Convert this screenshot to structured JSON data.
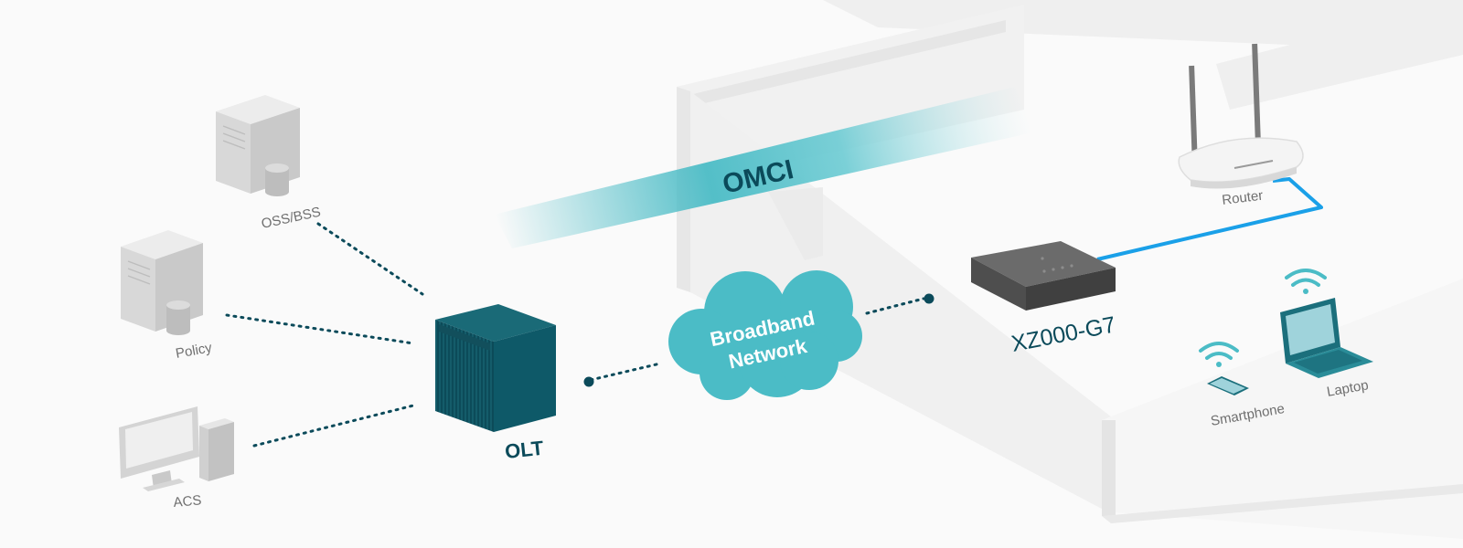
{
  "labels": {
    "oss_bss": "OSS/BSS",
    "policy": "Policy",
    "acs": "ACS",
    "olt": "OLT",
    "cloud_line1": "Broadband",
    "cloud_line2": "Network",
    "omci": "OMCI",
    "ont": "XZ000-G7",
    "router": "Router",
    "smartphone": "Smartphone",
    "laptop": "Laptop"
  },
  "colors": {
    "teal_dark": "#0b4a5a",
    "teal_box": "#0e5968",
    "cloud": "#4bbcc6",
    "link_blue": "#1aa0e8",
    "wifi": "#4bbcc6",
    "server_gray": "#d3d3d3"
  },
  "icons": [
    "server-icon",
    "database-icon",
    "desktop-computer-icon",
    "olt-chassis-icon",
    "cloud-icon",
    "ont-device-icon",
    "router-icon",
    "wifi-icon",
    "smartphone-icon",
    "laptop-icon"
  ]
}
